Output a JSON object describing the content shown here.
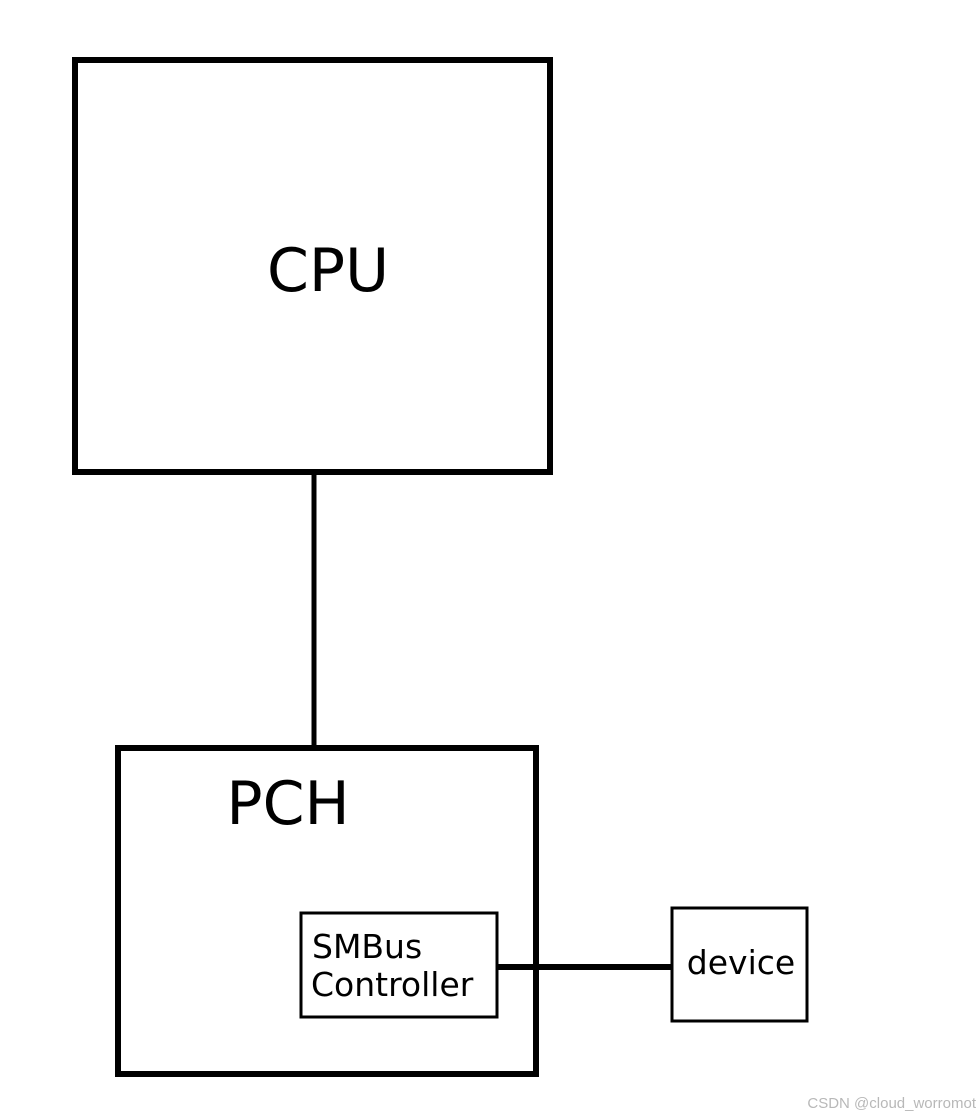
{
  "diagram": {
    "nodes": {
      "cpu": {
        "label": "CPU"
      },
      "pch": {
        "label": "PCH"
      },
      "smbus": {
        "label_line1": "SMBus",
        "label_line2": "Controller"
      },
      "device": {
        "label": "device"
      }
    },
    "edges": [
      {
        "from": "cpu",
        "to": "pch"
      },
      {
        "from": "smbus",
        "to": "device"
      }
    ],
    "colors": {
      "stroke": "#000000",
      "background": "#ffffff",
      "watermark": "#b8b8b8"
    }
  },
  "watermark": "CSDN @cloud_worromot"
}
